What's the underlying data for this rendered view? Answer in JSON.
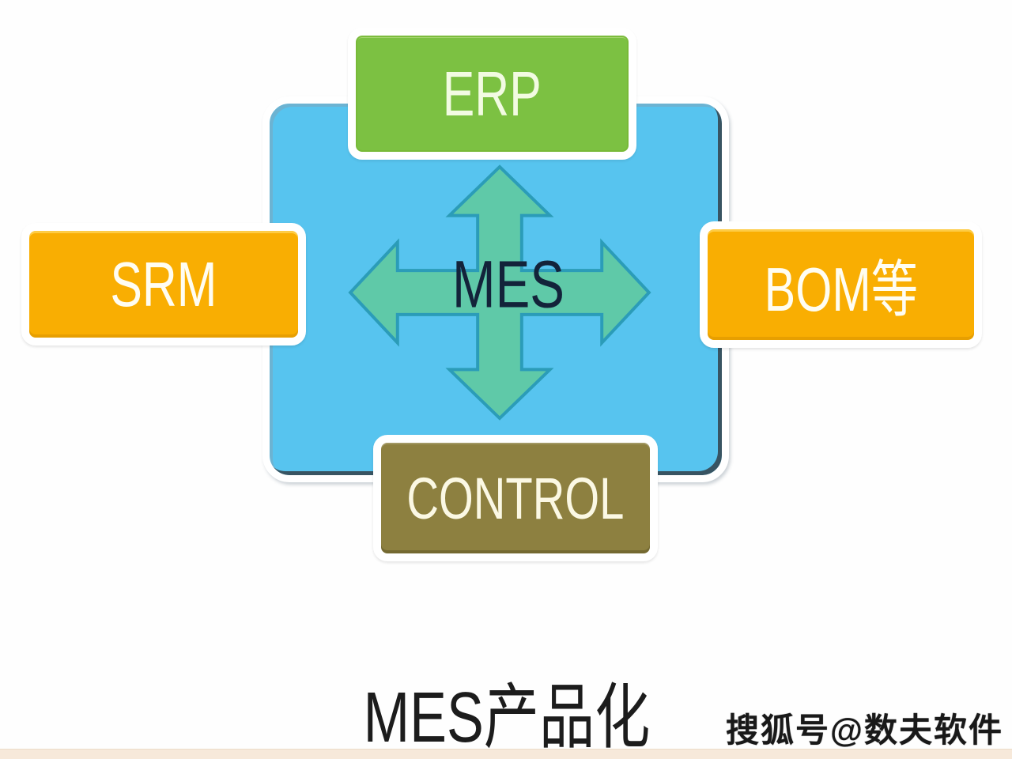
{
  "center": {
    "label": "MES",
    "shape": "four-way-arrow"
  },
  "nodes": [
    {
      "id": "erp",
      "label": "ERP",
      "position": "top",
      "color": "#7cc142"
    },
    {
      "id": "srm",
      "label": "SRM",
      "position": "left",
      "color": "#f9ae02"
    },
    {
      "id": "bom",
      "label": "BOM等",
      "position": "right",
      "color": "#f9ae02"
    },
    {
      "id": "control",
      "label": "CONTROL",
      "position": "bottom",
      "color": "#8d8040"
    }
  ],
  "caption": "MES产品化",
  "watermark": "搜狐号@数夫软件",
  "colors": {
    "hub_panel": "#57c4ef",
    "hub_panel_border": "#ffffff",
    "hub_shadow_edge": "#34444e",
    "arrow_fill": "#5fc9a8",
    "arrow_stroke": "#2b9cb8",
    "center_text": "#13233a",
    "node_text": "#ffffff",
    "caption_text": "#1c1c1c",
    "bottom_strip": "#f7e9da"
  }
}
